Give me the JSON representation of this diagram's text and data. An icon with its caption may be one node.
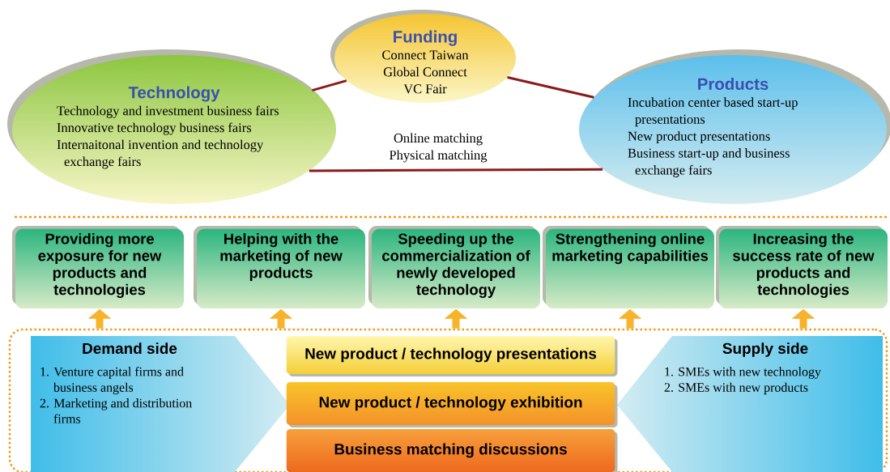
{
  "diagram": {
    "nodes": [
      {
        "text": [
          "Technology",
          "Technology and investment business fairs",
          "Innovative technology business fairs",
          "Internaitonal invention and technology exchange fairs"
        ]
      },
      {
        "text": [
          "Funding",
          "Connect Taiwan",
          "Global Connect",
          "VC Fair"
        ]
      },
      {
        "text": [
          "Products",
          "Incubation center based start-up presentations",
          "New product presentations",
          "Business start-up and business exchange fairs"
        ]
      },
      {
        "text": [
          "Providing more exposure for new products and technologies"
        ]
      },
      {
        "text": [
          "Helping with the marketing of new products"
        ]
      },
      {
        "text": [
          "Speeding up the commercialization of newly developed technology"
        ]
      },
      {
        "text": [
          "Strengthening online marketing capabilities"
        ]
      },
      {
        "text": [
          "Increasing the success rate of new products and technologies"
        ]
      },
      {
        "text": [],
        "shape": "box"
      },
      {
        "text": [
          "Demand side",
          "1. Venture capital firms and business angels",
          "2. Marketing and distribution firms"
        ],
        "in": 8
      },
      {
        "text": [
          "Supply side",
          "1. SMEs with new technology",
          "2. SMEs with new products"
        ],
        "in": 8
      },
      {
        "text": [
          "New product / technology presentations"
        ],
        "in": 8
      },
      {
        "text": [
          "New product / technology exhibition"
        ],
        "in": 8
      },
      {
        "text": [
          "Business matching discussions"
        ],
        "in": 8
      }
    ],
    "edges": [
      {
        "from": 0,
        "to": 1,
        "arrow": "none",
        "color": "#8b1a1a"
      },
      {
        "from": 1,
        "to": 2,
        "arrow": "none",
        "color": "#8b1a1a"
      },
      {
        "from": 0,
        "to": 2,
        "arrow": "none",
        "color": "#8b1a1a"
      },
      {
        "from": 8,
        "to": 3,
        "arrow": "to"
      },
      {
        "from": 8,
        "to": 4,
        "arrow": "to"
      },
      {
        "from": 8,
        "to": 5,
        "arrow": "to"
      },
      {
        "from": 8,
        "to": 6,
        "arrow": "to"
      },
      {
        "from": 8,
        "to": 7,
        "arrow": "to"
      }
    ],
    "labels": [
      "Online matching",
      "Physical matching"
    ]
  }
}
